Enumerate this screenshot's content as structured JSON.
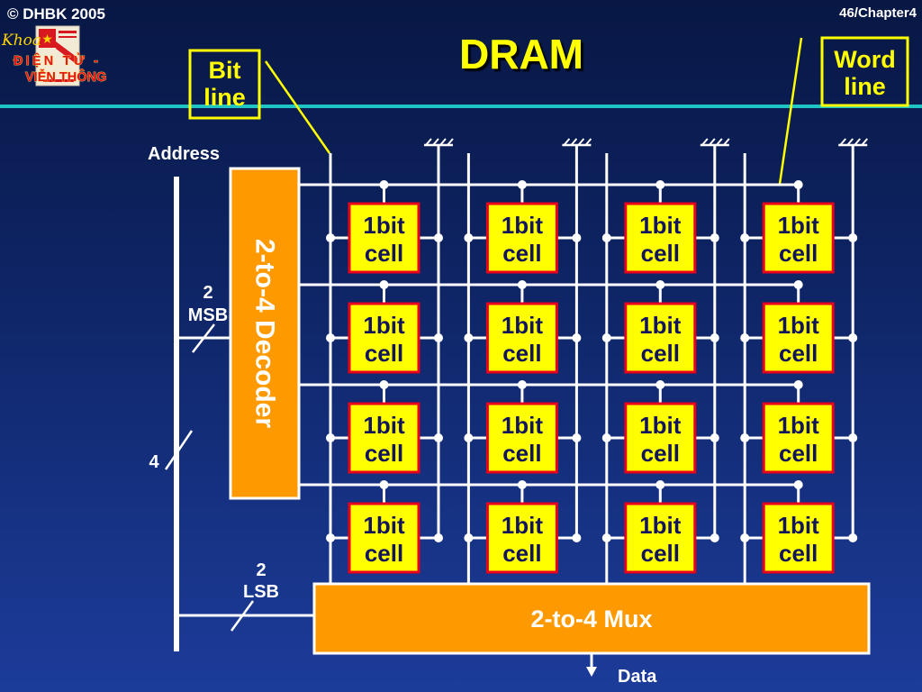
{
  "slide": {
    "copyright": "© DHBK 2005",
    "page": "46/Chapter4",
    "title": "DRAM",
    "logo": {
      "script": "Khoa",
      "line1": "ĐIỆN TỬ -",
      "line2": "VIỄN THÔNG"
    }
  },
  "callouts": {
    "bit_line": {
      "line1": "Bit",
      "line2": "line"
    },
    "word_line": {
      "line1": "Word",
      "line2": "line"
    }
  },
  "address": {
    "label": "Address",
    "bus_width": "4",
    "msb": {
      "count": "2",
      "label": "MSB"
    },
    "lsb": {
      "count": "2",
      "label": "LSB"
    }
  },
  "decoder": {
    "label": "2-to-4 Decoder"
  },
  "mux": {
    "label": "2-to-4 Mux"
  },
  "output": {
    "label": "Data"
  },
  "cells": [
    {
      "line1": "1bit",
      "line2": "cell"
    },
    {
      "line1": "1bit",
      "line2": "cell"
    },
    {
      "line1": "1bit",
      "line2": "cell"
    },
    {
      "line1": "1bit",
      "line2": "cell"
    },
    {
      "line1": "1bit",
      "line2": "cell"
    },
    {
      "line1": "1bit",
      "line2": "cell"
    },
    {
      "line1": "1bit",
      "line2": "cell"
    },
    {
      "line1": "1bit",
      "line2": "cell"
    },
    {
      "line1": "1bit",
      "line2": "cell"
    },
    {
      "line1": "1bit",
      "line2": "cell"
    },
    {
      "line1": "1bit",
      "line2": "cell"
    },
    {
      "line1": "1bit",
      "line2": "cell"
    },
    {
      "line1": "1bit",
      "line2": "cell"
    },
    {
      "line1": "1bit",
      "line2": "cell"
    },
    {
      "line1": "1bit",
      "line2": "cell"
    },
    {
      "line1": "1bit",
      "line2": "cell"
    }
  ],
  "colors": {
    "title": "#ffff00",
    "divider": "#1fc4c4",
    "callout": "#ffff00",
    "block_fill": "#ff9900",
    "cell_fill": "#ffff00",
    "cell_border": "#e8001c",
    "wire": "#ffffff"
  }
}
